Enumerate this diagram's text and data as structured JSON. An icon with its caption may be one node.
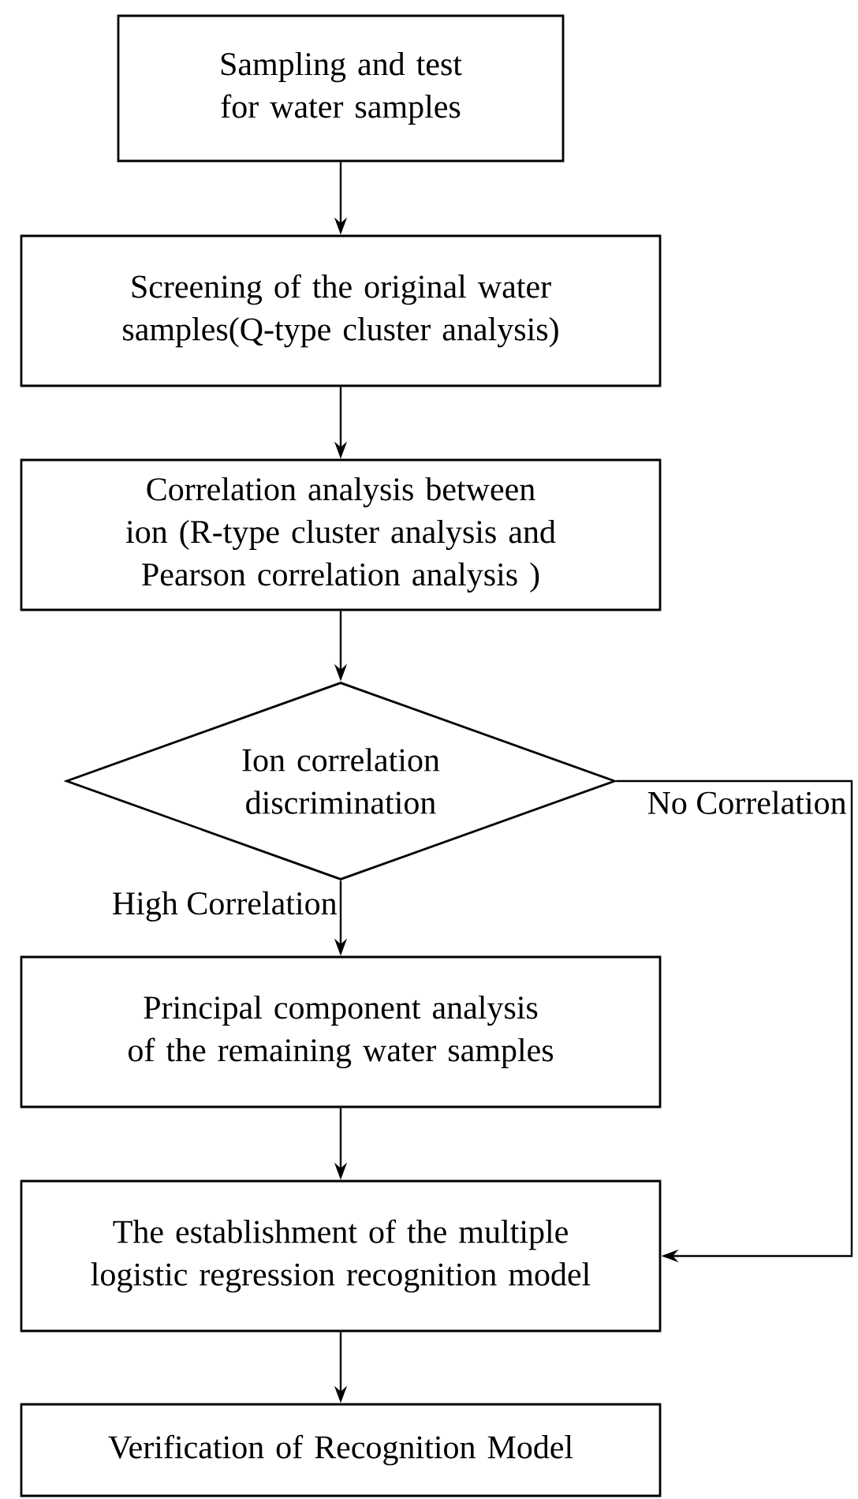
{
  "diagram": {
    "nodes": [
      {
        "text": [
          "Sampling and test for water samples"
        ]
      },
      {
        "text": [
          "Screening of the original water samples(Q-type cluster analysis)"
        ]
      },
      {
        "text": [
          "Correlation analysis between ion (R-type cluster analysis and Pearson correlation analysis )"
        ]
      },
      {
        "text": [
          "Ion correlation discrimination"
        ]
      },
      {
        "text": [
          "Principal component analysis of the remaining water samples"
        ]
      },
      {
        "text": [
          "The establishment of the multiple logistic regression recognition model"
        ]
      },
      {
        "text": [
          "Verification of Recognition Model"
        ]
      }
    ],
    "edges": [
      {
        "from": 0,
        "to": 1,
        "arrow": "to"
      },
      {
        "from": 1,
        "to": 2,
        "arrow": "to"
      },
      {
        "from": 2,
        "to": 3,
        "arrow": "to"
      },
      {
        "from": 3,
        "to": 4,
        "arrow": "to",
        "label": "High Correlation"
      },
      {
        "from": 3,
        "to": 5,
        "arrow": "to",
        "label": "No Correlation"
      },
      {
        "from": 4,
        "to": 5,
        "arrow": "to"
      },
      {
        "from": 5,
        "to": 6,
        "arrow": "to"
      }
    ]
  }
}
